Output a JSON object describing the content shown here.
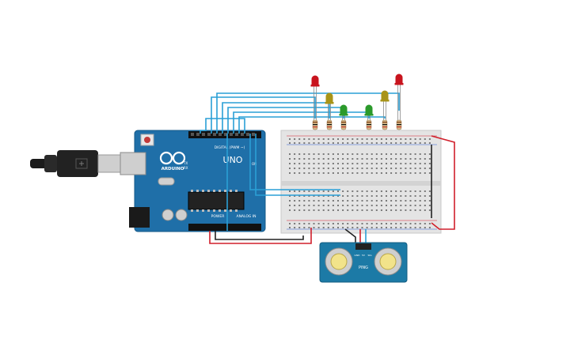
{
  "arduino": {
    "brand": "ARDUINO",
    "model": "UNO",
    "digital_label": "DIGITAL (PWM ~)",
    "power_label": "POWER",
    "analog_label": "ANALOG IN",
    "tx_label": "TX",
    "rx_label": "RX",
    "on_label": "ON"
  },
  "sensor": {
    "name": "PING",
    "pin_labels": [
      "GND",
      "5V",
      "SIG"
    ]
  },
  "colors": {
    "board": "#1f6fa8",
    "breadboard": "#e4e4e4",
    "wire_blue": "#2a9fd6",
    "wire_red": "#d11f2b",
    "wire_black": "#222222",
    "led_red": "#c8141e",
    "led_yellow": "#a89418",
    "led_green": "#2b9a2b",
    "sensor_board": "#1c7aa6"
  },
  "leds": [
    {
      "color": "red"
    },
    {
      "color": "yellow"
    },
    {
      "color": "green"
    },
    {
      "color": "green"
    },
    {
      "color": "yellow"
    },
    {
      "color": "red"
    }
  ]
}
